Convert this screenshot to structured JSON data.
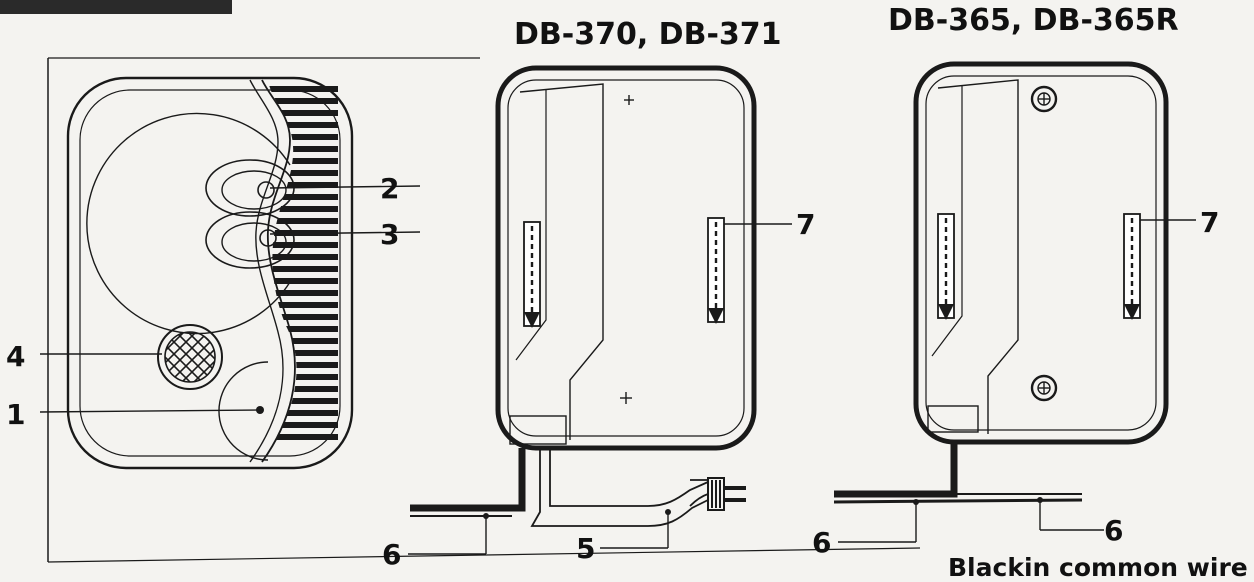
{
  "titles": {
    "middle": "DB-370, DB-371",
    "right": "DB-365, DB-365R"
  },
  "callouts": {
    "c1": "1",
    "c2": "2",
    "c3": "3",
    "c4": "4",
    "c5": "5",
    "c6a": "6",
    "c6b": "6",
    "c6c": "6",
    "c7a": "7",
    "c7b": "7"
  },
  "caption": "Blackin common wire",
  "colors": {
    "ink": "#1a1a1a",
    "paper": "#f4f3f0"
  }
}
